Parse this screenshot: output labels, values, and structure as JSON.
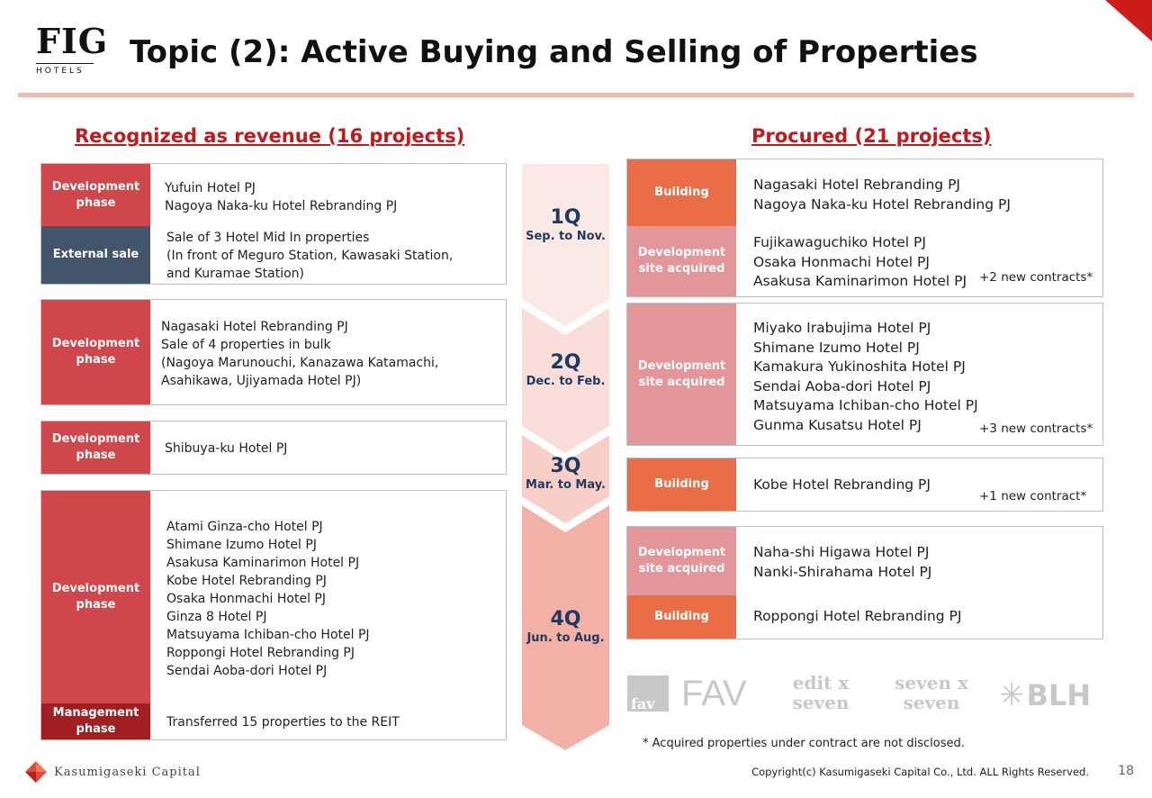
{
  "header": {
    "logo_mark": "FIG",
    "logo_sub": "HOTELS",
    "title": "Topic (2): Active Buying and Selling of Properties"
  },
  "left_section": {
    "heading": "Recognized as revenue (16 projects)",
    "blocks": [
      {
        "rows": [
          {
            "label": "Development phase",
            "text": "Yufuin Hotel PJ\nNagoya Naka-ku Hotel Rebranding PJ"
          },
          {
            "label": "External sale",
            "text": "Sale of 3 Hotel Mid In properties\n(In front of Meguro Station, Kawasaki Station,\nand Kuramae Station)"
          }
        ]
      },
      {
        "rows": [
          {
            "label": "Development phase",
            "text": "Nagasaki Hotel Rebranding PJ\nSale of 4 properties in bulk\n(Nagoya Marunouchi, Kanazawa Katamachi,\nAsahikawa, Ujiyamada Hotel PJ)"
          }
        ]
      },
      {
        "rows": [
          {
            "label": "Development phase",
            "text": "Shibuya-ku Hotel PJ"
          }
        ]
      },
      {
        "rows": [
          {
            "label": "Development phase",
            "text": "Atami Ginza-cho Hotel PJ\nShimane Izumo Hotel PJ\nAsakusa Kaminarimon Hotel PJ\nKobe Hotel Rebranding PJ\nOsaka Honmachi Hotel PJ\nGinza 8 Hotel PJ\nMatsuyama Ichiban-cho Hotel PJ\nRoppongi Hotel Rebranding PJ\nSendai Aoba-dori Hotel PJ"
          },
          {
            "label": "Management phase",
            "text": "Transferred 15 properties to the REIT"
          }
        ]
      }
    ]
  },
  "timeline": [
    {
      "quarter": "1Q",
      "range": "Sep. to Nov.",
      "color": "#fbe9e6"
    },
    {
      "quarter": "2Q",
      "range": "Dec. to Feb.",
      "color": "#f9ddd8"
    },
    {
      "quarter": "3Q",
      "range": "Mar. to May.",
      "color": "#f7cfc8"
    },
    {
      "quarter": "4Q",
      "range": "Jun. to Aug.",
      "color": "#f2b1a6"
    }
  ],
  "right_section": {
    "heading": "Procured (21 projects)",
    "blocks": [
      {
        "rows": [
          {
            "label": "Building",
            "text": "Nagasaki Hotel Rebranding PJ\nNagoya Naka-ku Hotel Rebranding PJ"
          },
          {
            "label": "Development site acquired",
            "text": "Fujikawaguchiko Hotel PJ\nOsaka Honmachi Hotel PJ\nAsakusa Kaminarimon Hotel PJ",
            "note": "+2 new contracts*"
          }
        ]
      },
      {
        "rows": [
          {
            "label": "Development site acquired",
            "text": "Miyako Irabujima Hotel PJ\nShimane Izumo Hotel PJ\nKamakura Yukinoshita Hotel PJ\nSendai Aoba-dori Hotel PJ\nMatsuyama Ichiban-cho Hotel PJ\nGunma Kusatsu Hotel PJ",
            "note": "+3 new contracts*"
          }
        ]
      },
      {
        "rows": [
          {
            "label": "Building",
            "text": "Kobe Hotel Rebranding PJ",
            "note": "+1 new contract*"
          }
        ]
      },
      {
        "rows": [
          {
            "label": "Development site acquired",
            "text": "Naha-shi Higawa Hotel PJ\nNanki-Shirahama Hotel PJ"
          },
          {
            "label": "Building",
            "text": "Roppongi Hotel Rebranding PJ"
          }
        ]
      }
    ]
  },
  "brands": [
    "fav",
    "FAV",
    "edit x seven",
    "seven x seven",
    "BLH"
  ],
  "footnote": "* Acquired properties under contract are not disclosed.",
  "footer": {
    "company": "Kasumigaseki Capital",
    "copyright": "Copyright(c) Kasumigaseki Capital Co., Ltd. ALL Rights Reserved.",
    "page_number": "18"
  },
  "colors": {
    "dev_phase": "#d0474b",
    "external_sale": "#44546a",
    "management_phase": "#a11e22",
    "building": "#ea6e45",
    "site_acquired": "#e3959a",
    "heading_red": "#c01b1b",
    "quarter_text": "#1f3a5f"
  }
}
